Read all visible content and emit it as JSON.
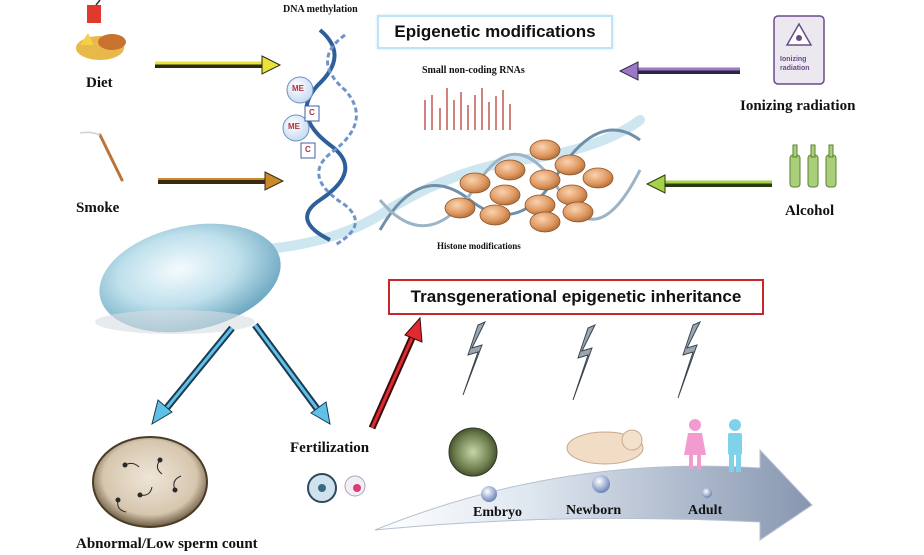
{
  "title_epigenetic": "Epigenetic modifications",
  "title_transgenerational": "Transgenerational epigenetic inheritance",
  "labels": {
    "dna_methylation": "DNA methylation",
    "small_rnas": "Small non-coding RNAs",
    "histone": "Histone modifications",
    "diet": "Diet",
    "smoke": "Smoke",
    "ionizing": "Ionizing radiation",
    "alcohol": "Alcohol",
    "fertilization": "Fertilization",
    "abnormal": "Abnormal/Low sperm count",
    "embryo": "Embryo",
    "newborn": "Newborn",
    "adult": "Adult"
  },
  "methyl_tags": {
    "me": "ME",
    "c": "C"
  },
  "radiation_sign": {
    "line1": "Ionizing",
    "line2": "radiation"
  },
  "colors": {
    "diet_arrow": "#e8e23a",
    "smoke_arrow": "#3a2a12",
    "radiation_arrow": "#7a5aa8",
    "alcohol_arrow": "#8fc23a",
    "blue_arrow": "#3fa9d8",
    "red_arrow": "#d21f26",
    "dna": "#2f5f9a",
    "sperm": "#a7cfe0"
  }
}
